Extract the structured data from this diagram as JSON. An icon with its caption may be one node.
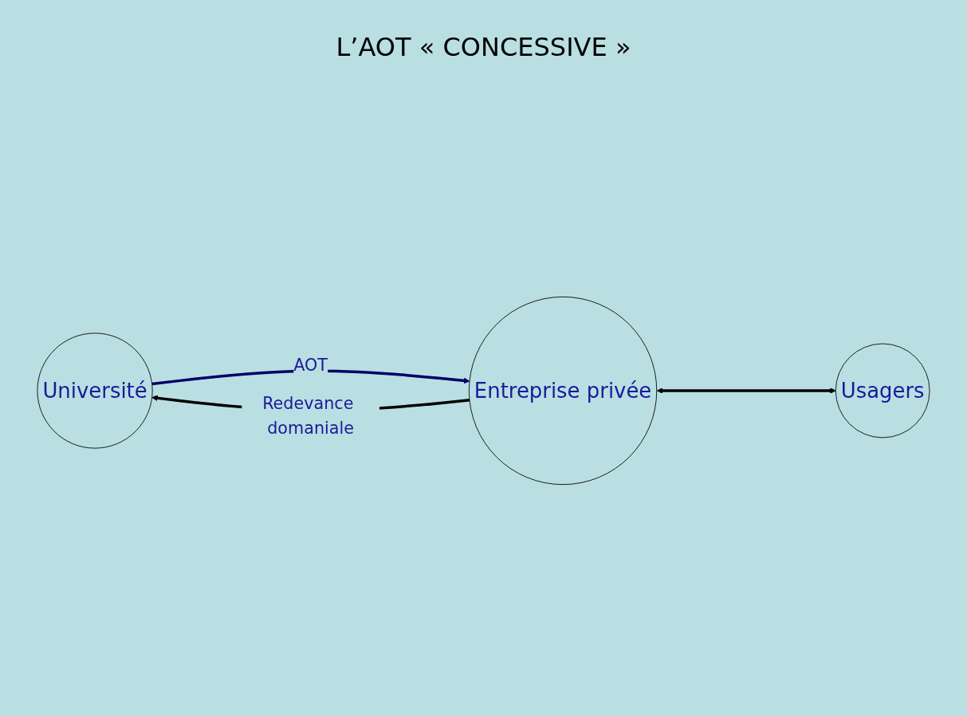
{
  "diagram": {
    "title": "L’AOT « CONCESSIVE »",
    "nodes": [
      {
        "text": [
          "Université"
        ]
      },
      {
        "text": [
          "Entreprise privée"
        ]
      },
      {
        "text": [
          "Usagers"
        ]
      }
    ],
    "edges": [
      {
        "from": 0,
        "to": 1,
        "arrow": "to",
        "label": "AOT",
        "color": "#000066"
      },
      {
        "from": 1,
        "to": 0,
        "arrow": "to",
        "label": "Redevance domaniale"
      },
      {
        "from": 1,
        "to": 2,
        "arrow": "both"
      }
    ]
  }
}
